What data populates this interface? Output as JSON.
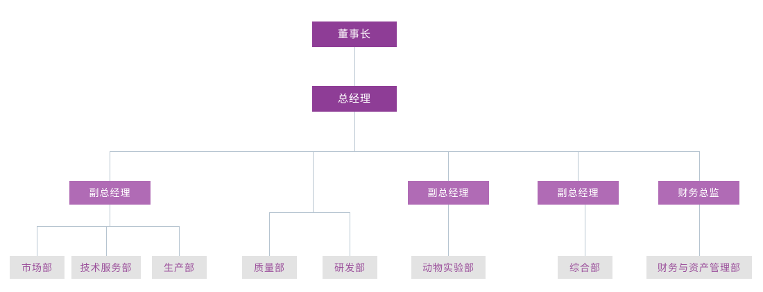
{
  "chart": {
    "title": "",
    "type": "org-chart",
    "colors": {
      "top_level_fill": "#8e3d96",
      "mid_level_fill": "#b06bb5",
      "leaf_fill": "#e3e3e3",
      "leaf_text": "#9b4f9b",
      "top_text": "#ffffff",
      "connector": "#b6c4d0",
      "background": "#ffffff"
    },
    "nodes": {
      "chairman": "董事长",
      "general_manager": "总经理",
      "deputy_gm_1": "副总经理",
      "deputy_gm_2": "副总经理",
      "deputy_gm_3": "副总经理",
      "finance_director": "财务总监",
      "market_dept": "市场部",
      "tech_service_dept": "技术服务部",
      "production_dept": "生产部",
      "quality_dept": "质量部",
      "rd_dept": "研发部",
      "animal_lab_dept": "动物实验部",
      "general_affairs_dept": "综合部",
      "finance_asset_dept": "财务与资产管理部"
    }
  }
}
